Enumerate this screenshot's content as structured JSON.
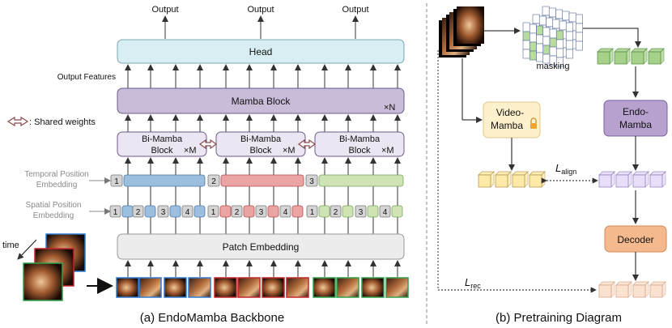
{
  "left_panel": {
    "outputs": [
      "Output",
      "Output",
      "Output"
    ],
    "head_label": "Head",
    "output_features_label": "Output Features",
    "mamba_block_label": "Mamba Block",
    "mamba_repeat": "×N",
    "shared_weights_label": ": Shared weights",
    "bimamba_blocks": [
      {
        "line1": "Bi-Mamba",
        "line2": "Block",
        "repeat": "×M"
      },
      {
        "line1": "Bi-Mamba",
        "line2": "Block",
        "repeat": "×M"
      },
      {
        "line1": "Bi-Mamba",
        "line2": "Block",
        "repeat": "×M"
      }
    ],
    "temporal_label_line1": "Temporal Position",
    "temporal_label_line2": "Embedding",
    "temporal_indices": [
      "1",
      "2",
      "3"
    ],
    "spatial_label_line1": "Spatial Position",
    "spatial_label_line2": "Embedding",
    "spatial_indices": [
      "1",
      "2",
      "3",
      "4",
      "1",
      "2",
      "3",
      "4",
      "1",
      "2",
      "3",
      "4"
    ],
    "patch_embedding_label": "Patch Embedding",
    "time_label": "time",
    "caption": "(a) EndoMamba Backbone",
    "colors": {
      "head_fill": "#d8eef2",
      "mamba_fill": "#c9bcd8",
      "bimamba_fill": "#ece6f2",
      "blue": "#9cbfe0",
      "red": "#eba4a4",
      "green": "#cfe3b5",
      "grey": "#d4d4d4"
    }
  },
  "right_panel": {
    "masking_label": "masking",
    "videomamba_line1": "Video-",
    "videomamba_line2": "Mamba",
    "endomamba_line1": "Endo-",
    "endomamba_line2": "Mamba",
    "align_loss_main": "L",
    "align_loss_sub": "align",
    "decoder_label": "Decoder",
    "rec_loss_main": "L",
    "rec_loss_sub": "rec",
    "caption": "(b) Pretraining Diagram",
    "colors": {
      "videomamba_fill": "#fdf0cc",
      "endomamba_fill": "#b7a2cf",
      "decoder_fill": "#f5b98e",
      "yellow_cube": "#fdeaa8",
      "purple_cube": "#e8defa",
      "green_cube": "#a6d18a",
      "orange_cube": "#fbe1d0"
    }
  }
}
